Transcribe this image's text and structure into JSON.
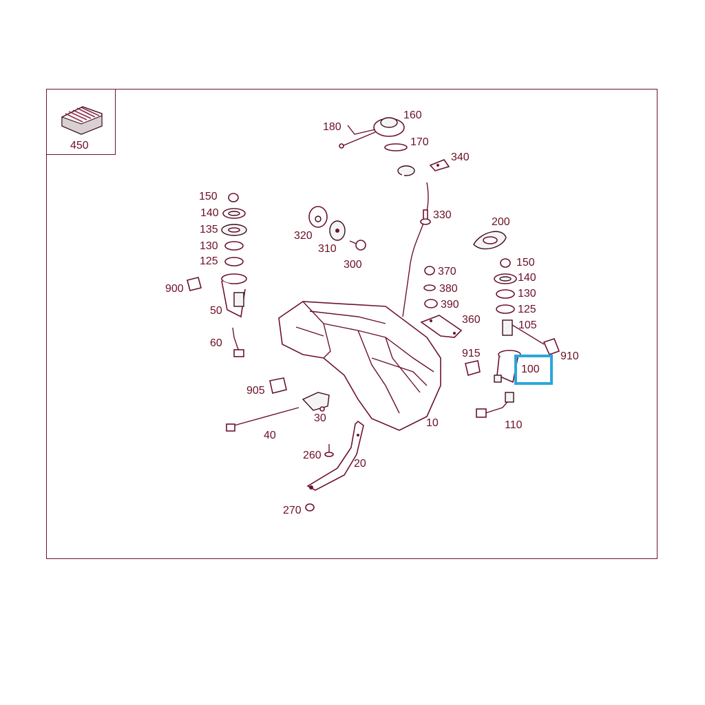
{
  "colors": {
    "frame": "#6b1030",
    "label": "#6b0f24",
    "highlight": "#2aa6dc"
  },
  "inset": {
    "label": "450"
  },
  "highlighted": {
    "label": "100"
  },
  "labels": {
    "l160": "160",
    "l180": "180",
    "l170": "170",
    "l340": "340",
    "l330": "330",
    "l320": "320",
    "l310": "310",
    "l300": "300",
    "l200": "200",
    "l370": "370",
    "l380": "380",
    "l390": "390",
    "l360": "360",
    "l150a": "150",
    "l140a": "140",
    "l135": "135",
    "l130a": "130",
    "l125a": "125",
    "l900": "900",
    "l50": "50",
    "l60": "60",
    "l150b": "150",
    "l140b": "140",
    "l130b": "130",
    "l125b": "125",
    "l105": "105",
    "l910": "910",
    "l915": "915",
    "l110": "110",
    "l10": "10",
    "l905": "905",
    "l30": "30",
    "l40": "40",
    "l260": "260",
    "l20": "20",
    "l270": "270"
  }
}
